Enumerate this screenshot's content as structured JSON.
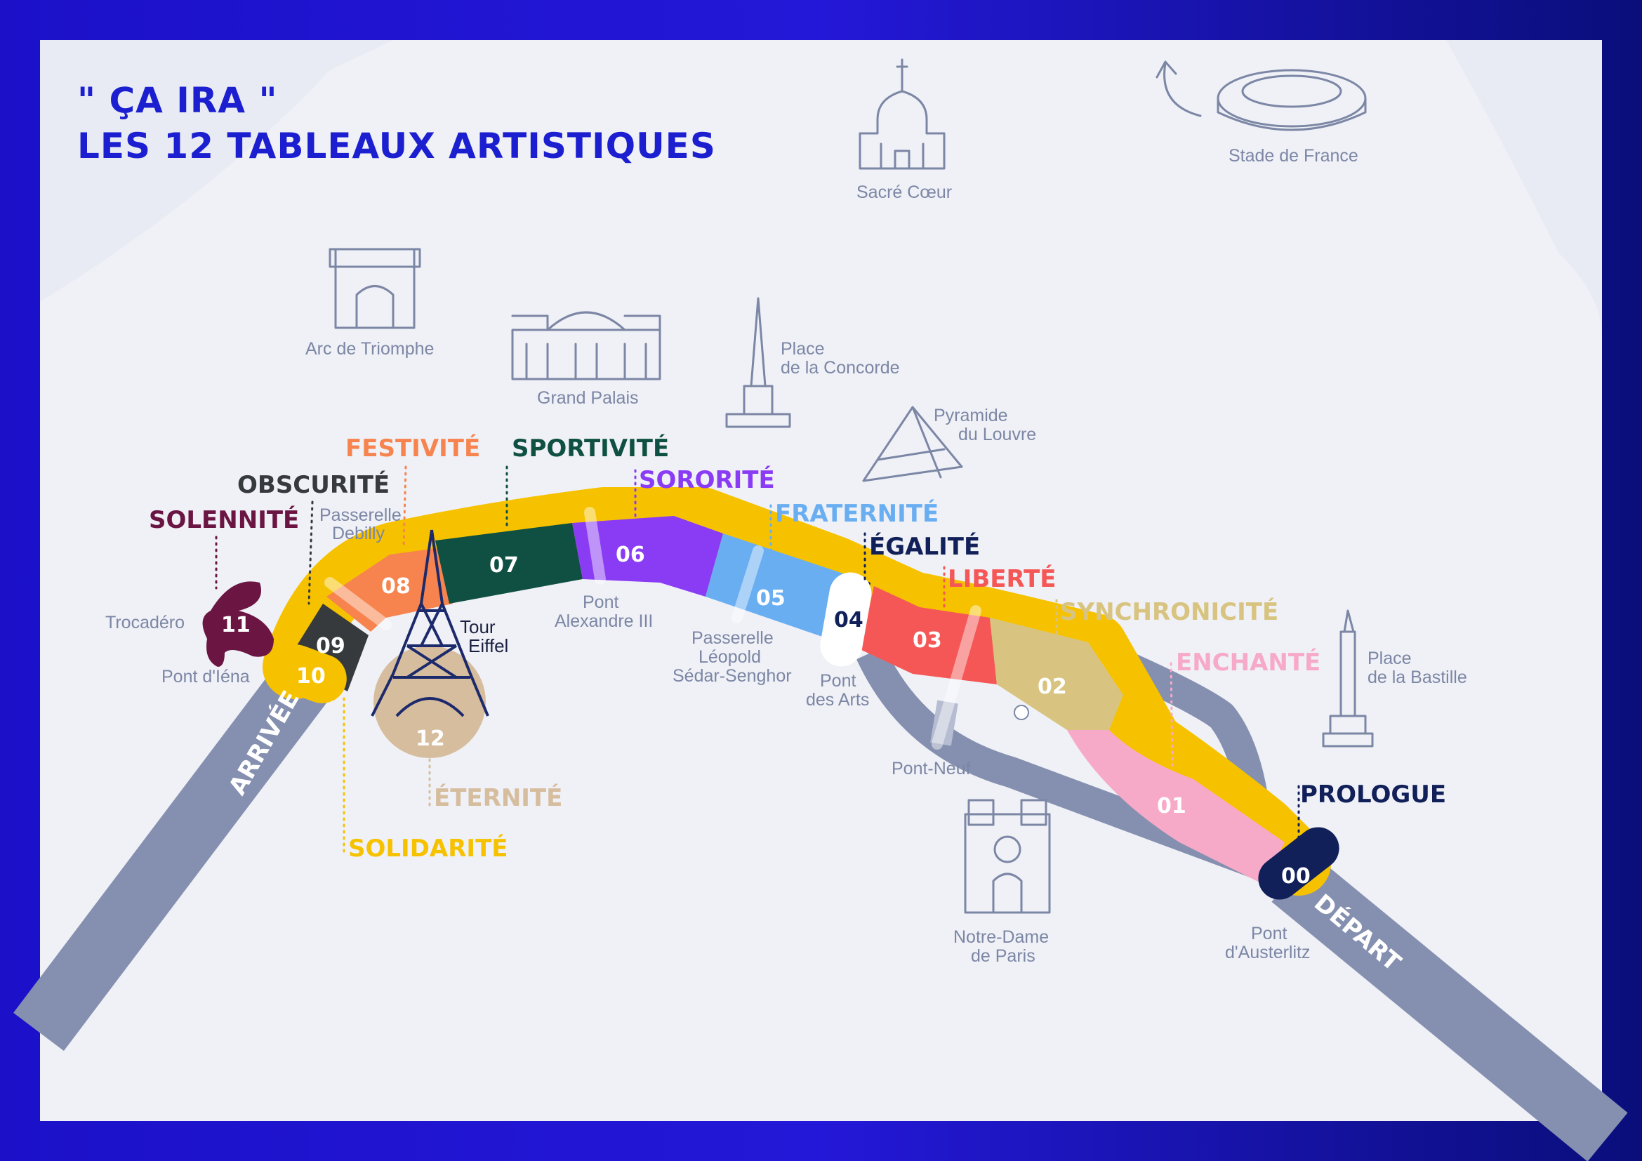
{
  "title": {
    "line1": "\" ÇA IRA \"",
    "line2": "LES 12 TABLEAUX ARTISTIQUES"
  },
  "colors": {
    "background": "#e8ebf3",
    "frame": "#2418d8",
    "route": "#f6c200",
    "river": "#8590b0",
    "title": "#1c1fd0",
    "place_text": "#7c86a5"
  },
  "direction": {
    "arrival": "ARRIVÉE",
    "departure": "DÉPART"
  },
  "tableaux": [
    {
      "num": "00",
      "name": "PROLOGUE",
      "color": "#12205a"
    },
    {
      "num": "01",
      "name": "ENCHANTÉ",
      "color": "#f7a9c8"
    },
    {
      "num": "02",
      "name": "SYNCHRONICITÉ",
      "color": "#d8c480"
    },
    {
      "num": "03",
      "name": "LIBERTÉ",
      "color": "#f55757"
    },
    {
      "num": "04",
      "name": "ÉGALITÉ",
      "color": "#12205a"
    },
    {
      "num": "05",
      "name": "FRATERNITÉ",
      "color": "#6aaef2"
    },
    {
      "num": "06",
      "name": "SORORITÉ",
      "color": "#8a3cf4"
    },
    {
      "num": "07",
      "name": "SPORTIVITÉ",
      "color": "#0f5043"
    },
    {
      "num": "08",
      "name": "FESTIVITÉ",
      "color": "#f7844e"
    },
    {
      "num": "09",
      "name": "OBSCURITÉ",
      "color": "#363a3d"
    },
    {
      "num": "10",
      "name": "SOLIDARITÉ",
      "color": "#f6c200"
    },
    {
      "num": "11",
      "name": "SOLENNITÉ",
      "color": "#6b1543"
    },
    {
      "num": "12",
      "name": "ÉTERNITÉ",
      "color": "#d6bd9e"
    }
  ],
  "places": {
    "stade": "Stade de France",
    "sacre_coeur": "Sacré Cœur",
    "arc": "Arc de Triomphe",
    "grand_palais": "Grand Palais",
    "concorde_1": "Place",
    "concorde_2": "de la Concorde",
    "louvre_1": "Pyramide",
    "louvre_2": "du Louvre",
    "passerelle_debilly_1": "Passerelle",
    "passerelle_debilly_2": "Debilly",
    "trocadero": "Trocadéro",
    "pont_iena": "Pont d'Iéna",
    "tour_eiffel_1": "Tour",
    "tour_eiffel_2": "Eiffel",
    "pont_alex_1": "Pont",
    "pont_alex_2": "Alexandre III",
    "passerelle_leo_1": "Passerelle",
    "passerelle_leo_2": "Léopold",
    "passerelle_leo_3": "Sédar-Senghor",
    "pont_arts_1": "Pont",
    "pont_arts_2": "des Arts",
    "pont_neuf": "Pont-Neuf",
    "notre_dame_1": "Notre-Dame",
    "notre_dame_2": "de Paris",
    "bastille_1": "Place",
    "bastille_2": "de la Bastille",
    "austerlitz_1": "Pont",
    "austerlitz_2": "d'Austerlitz"
  }
}
